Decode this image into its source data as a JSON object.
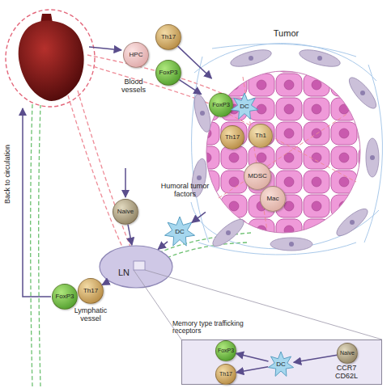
{
  "diagram": {
    "nodes": [
      {
        "text": [
          "HPC"
        ]
      },
      {
        "text": [
          "Th17"
        ]
      },
      {
        "text": [
          "FoxP3"
        ]
      },
      {
        "text": [
          "Tumor"
        ]
      },
      {
        "text": [
          "FoxP3"
        ],
        "in": 3
      },
      {
        "text": [
          "DC"
        ],
        "in": 3
      },
      {
        "text": [
          "Th17"
        ],
        "in": 3
      },
      {
        "text": [
          "Th1"
        ],
        "in": 3
      },
      {
        "text": [
          "MDSC"
        ],
        "in": 3
      },
      {
        "text": [
          "Mac"
        ],
        "in": 3
      },
      {
        "text": [
          "Naive"
        ]
      },
      {
        "text": [
          "DC"
        ]
      },
      {
        "text": [
          "LN"
        ]
      },
      {
        "text": [
          "FoxP3"
        ]
      },
      {
        "text": [
          "Th17"
        ]
      },
      {
        "text": [
          "Memory type trafficking receptors"
        ]
      },
      {
        "text": [
          "FoxP3"
        ],
        "in": 15
      },
      {
        "text": [
          "Th17"
        ],
        "in": 15
      },
      {
        "text": [
          "DC"
        ],
        "in": 15
      },
      {
        "text": [
          "Naive"
        ],
        "in": 15
      }
    ],
    "edges": [
      {
        "from": 1,
        "to": 3,
        "arrow": "to"
      },
      {
        "from": 2,
        "to": 3,
        "arrow": "to"
      },
      {
        "from": 3,
        "to": 11,
        "label": "Humoral tumor factors",
        "arrow": "to"
      },
      {
        "from": 10,
        "to": 12,
        "arrow": "to"
      },
      {
        "from": 11,
        "to": 12,
        "arrow": "to"
      },
      {
        "from": 12,
        "to": 14,
        "arrow": "to"
      },
      {
        "from": 18,
        "to": 16,
        "arrow": "to"
      },
      {
        "from": 18,
        "to": 17,
        "arrow": "to"
      },
      {
        "from": 19,
        "to": 18,
        "arrow": "to"
      }
    ],
    "labels": [
      "Blood vessels",
      "Back to circulation",
      "Lymphatic vessel",
      "CCR7 CD62L"
    ]
  }
}
